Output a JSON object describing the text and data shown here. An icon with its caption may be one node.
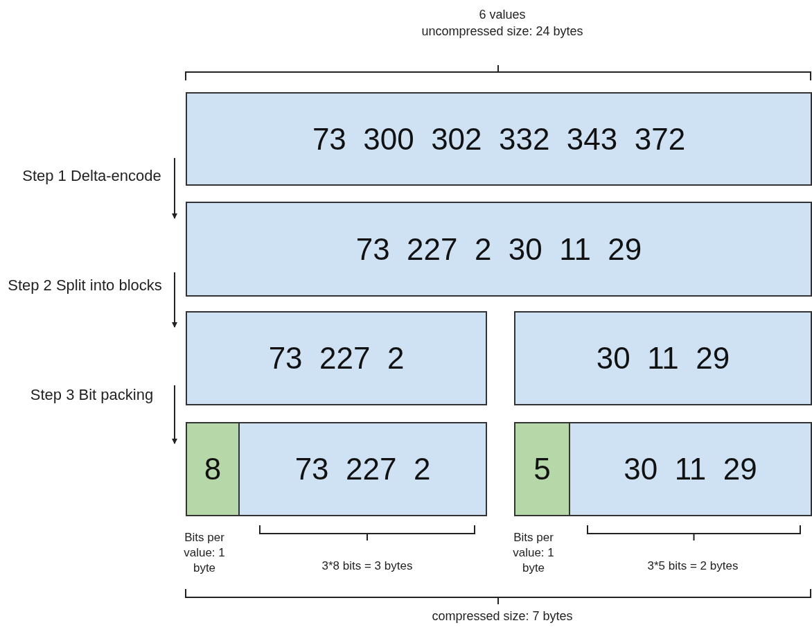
{
  "diagram": {
    "nodes": [
      {
        "text": [
          "73  300  302  332  343  372"
        ]
      },
      {
        "text": [
          "73  227  2  30  11  29"
        ]
      },
      {
        "text": [
          "73  227  2"
        ]
      },
      {
        "text": [
          "30  11  29"
        ]
      },
      {
        "text": [
          "8"
        ]
      },
      {
        "text": [
          "73  227  2"
        ]
      },
      {
        "text": [
          "5"
        ]
      },
      {
        "text": [
          "30  11  29"
        ]
      }
    ],
    "labels": [
      "6 values",
      "uncompressed size: 24 bytes",
      "Step 1 Delta-encode",
      "Step 2 Split into blocks",
      "Step 3 Bit packing",
      "Bits per value: 1 byte",
      "3*8 bits = 3 bytes",
      "Bits per value: 1 byte",
      "3*5 bits = 2 bytes",
      "compressed size: 7 bytes"
    ]
  }
}
